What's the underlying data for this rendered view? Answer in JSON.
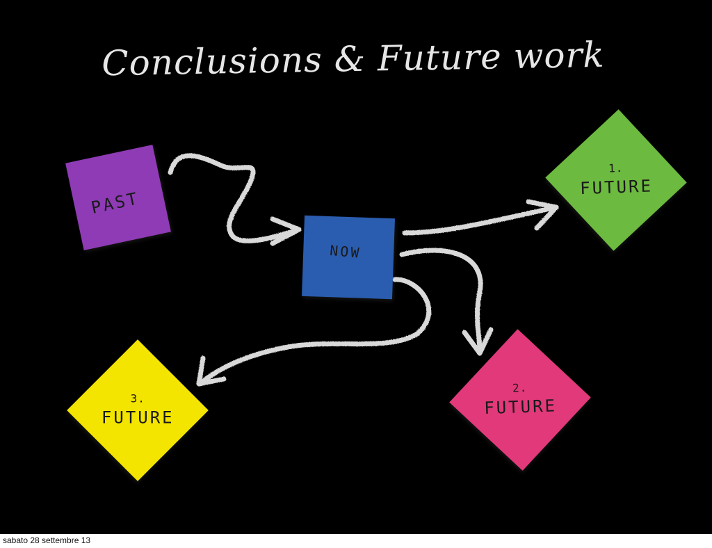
{
  "slide": {
    "title": "Conclusions & Future work",
    "background": "#000000"
  },
  "nodes": {
    "past": {
      "label": "PAST",
      "color": "#8e3bb5"
    },
    "now": {
      "label": "NOW",
      "color": "#2a5db0"
    },
    "future1": {
      "number": "1.",
      "label": "FUTURE",
      "color": "#6cba3f"
    },
    "future2": {
      "number": "2.",
      "label": "FUTURE",
      "color": "#e2397a"
    },
    "future3": {
      "number": "3.",
      "label": "FUTURE",
      "color": "#f3e500"
    }
  },
  "arrow_color": "#d9d9d9",
  "footer": {
    "date": "sabato 28 settembre 13"
  }
}
